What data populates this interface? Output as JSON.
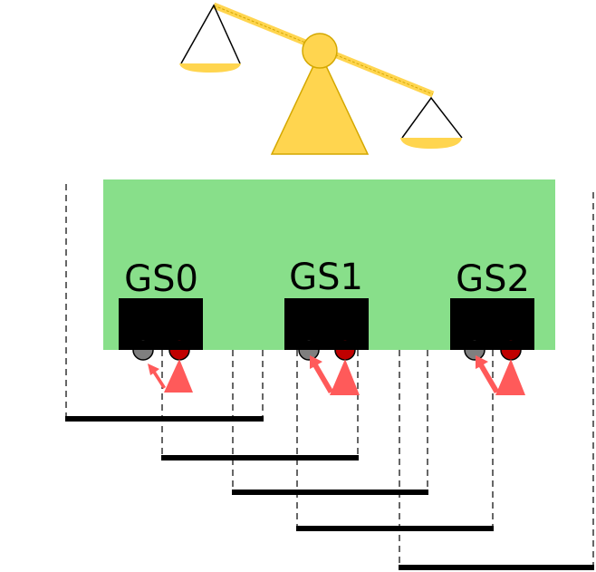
{
  "colors": {
    "board": "#88df8a",
    "scale": "#ffd54f",
    "scale_stroke": "#d4a800",
    "sensor_gray": "#7f7f7f",
    "sensor_red": "#c00000",
    "arrow": "#ff5a5a",
    "line": "#000000"
  },
  "icons": {
    "balance": "balance-scale-icon",
    "sensor_left": "gray-led-dot",
    "sensor_right": "red-led-dot",
    "arrow": "red-arrow-icon"
  },
  "gs_units": [
    {
      "label": "GS0"
    },
    {
      "label": "GS1"
    },
    {
      "label": "GS2"
    }
  ]
}
